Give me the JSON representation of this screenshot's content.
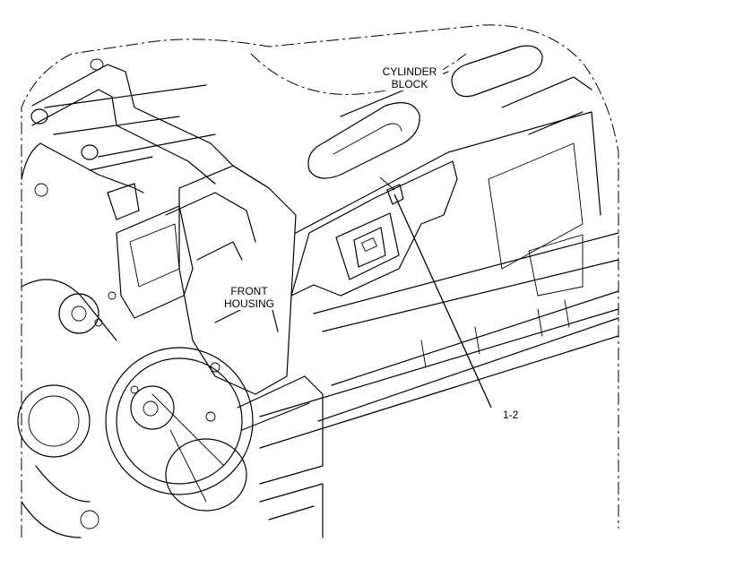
{
  "labels": {
    "cylinder_block_line1": "CYLINDER",
    "cylinder_block_line2": "BLOCK",
    "front_housing_line1": "FRONT",
    "front_housing_line2": "HOUSING",
    "callout": "1-2"
  }
}
